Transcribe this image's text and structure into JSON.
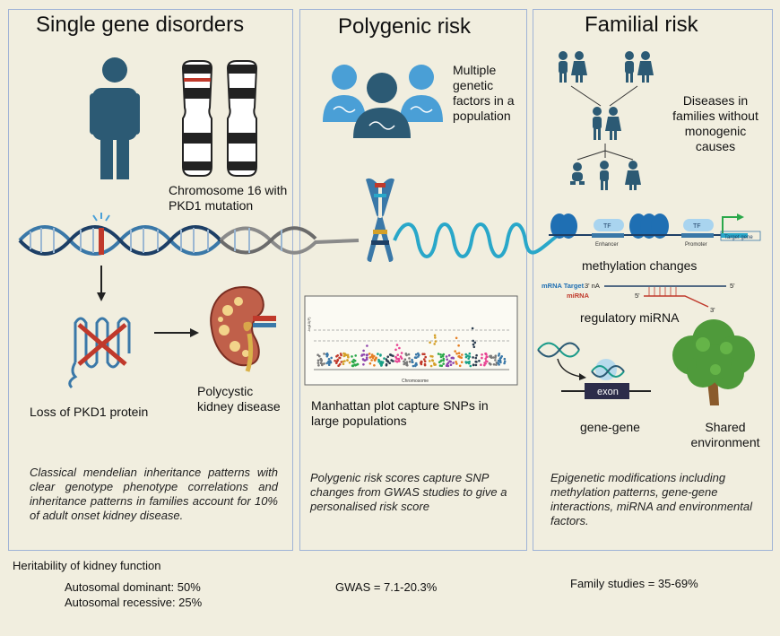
{
  "panels": {
    "single": {
      "title": "Single gene disorders",
      "chromosome_label": "Chromosome 16 with PKD1 mutation",
      "protein_label": "Loss of PKD1 protein",
      "kidney_label": "Polycystic kidney disease",
      "description": "Classical mendelian inheritance patterns with clear genotype phenotype correlations and inheritance patterns in families account for 10% of adult onset kidney disease."
    },
    "polygenic": {
      "title": "Polygenic risk",
      "factors_label": "Multiple genetic factors in a population",
      "manhattan_label": "Manhattan plot capture SNPs in large populations",
      "manhattan_x_label": "Chromosome",
      "manhattan_y_label": "-log10(P)",
      "description": "Polygenic risk scores capture SNP changes from GWAS studies to give a personalised risk score"
    },
    "familial": {
      "title": "Familial risk",
      "families_label": "Diseases in families without monogenic causes",
      "tf1": "TF",
      "tf2": "TF",
      "enhancer": "Enhancer",
      "promoter": "Promoter",
      "target_gene": "Target gene",
      "methylation_label": "methylation changes",
      "mrna_target": "mRNA Target",
      "mirna": "miRNA",
      "three_prime_na": "3' nA",
      "five_prime": "5'",
      "five_prime_b": "5'",
      "three_prime": "3'",
      "mirna_label": "regulatory miRNA",
      "exon": "exon",
      "gene_gene_label": "gene-gene",
      "environment_label": "Shared environment",
      "description": "Epigenetic modifications including methylation patterns, gene-gene interactions, miRNA and environmental factors."
    }
  },
  "footer": {
    "heritability_title": "Heritability of kidney function",
    "autosomal_dominant": "Autosomal dominant: 50%",
    "autosomal_recessive": "Autosomal recessive: 25%",
    "gwas": "GWAS = 7.1-20.3%",
    "family_studies": "Family studies = 35-69%"
  },
  "colors": {
    "background": "#f1eedf",
    "panel_border": "#9fb3d6",
    "human": "#2c5a74",
    "dna_blue": "#3a78a8",
    "helix_cyan": "#29a7c9",
    "mutation_red": "#c0392b",
    "tree_green": "#4f9a3b"
  },
  "icons": [
    "person-icon",
    "chromosome-icon",
    "dna-helix-icon",
    "protein-icon",
    "kidney-icon",
    "population-icon",
    "family-tree-icon",
    "tree-icon"
  ]
}
